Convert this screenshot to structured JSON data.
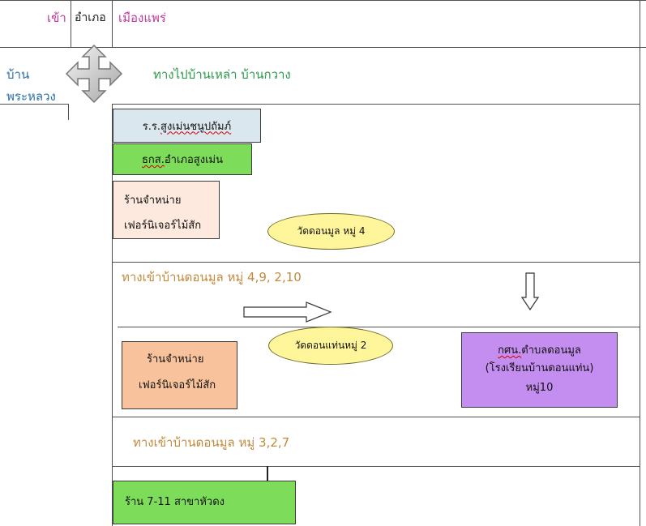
{
  "header": {
    "enter": "เข้า",
    "district": "อำเภอ",
    "district_name": "เมืองแพร่"
  },
  "left_area": {
    "line1": "บ้าน",
    "line2": "พระหลวง"
  },
  "direction": {
    "icon": "four-way-arrow-icon",
    "label": "ทางไปบ้านเหล่า บ้านกวาง"
  },
  "places": {
    "school": {
      "prefix": "ร.ร.",
      "name": "สูงเม่นชนูปถัมภ์"
    },
    "bank": {
      "name": "ธกส.",
      "suffix": "อำเภอสูงเม่น"
    },
    "furniture_1": {
      "line1": "ร้านจำหน่าย",
      "line2": "เฟอร์นิเจอร์ไม้สัก"
    },
    "temple_1": "วัดดอนมูล หมู่ 4",
    "road_1": "ทางเข้าบ้านดอนมูล หมู่ 4,9, 2,10",
    "temple_2": "วัดดอนแท่นหมู่ 2",
    "furniture_2": {
      "line1": "ร้านจำหน่าย",
      "line2": "เฟอร์นิเจอร์ไม้สัก"
    },
    "center": {
      "name": "กศน.",
      "line1_rest": "ตำบลดอนมูล",
      "line2": "(โรงเรียนบ้านดอนแท่น)",
      "line3": "หมู่10"
    },
    "road_2": "ทางเข้าบ้านดอนมูล หมู่ 3,2,7",
    "store": "ร้าน 7-11  สาขาหัวดง"
  },
  "colors": {
    "magenta": "#c0399b",
    "blue_text": "#2b6fa8",
    "green_text": "#2c9a4a",
    "road_text": "#c28a3c",
    "school_bg": "#dbe7ee",
    "bank_bg": "#7ddc5a",
    "furniture1_bg": "#fde9dd",
    "furniture2_bg": "#f8c39c",
    "center_bg": "#c48ef0",
    "store_bg": "#7ddc5a",
    "temple_bg": "#fff59a"
  }
}
